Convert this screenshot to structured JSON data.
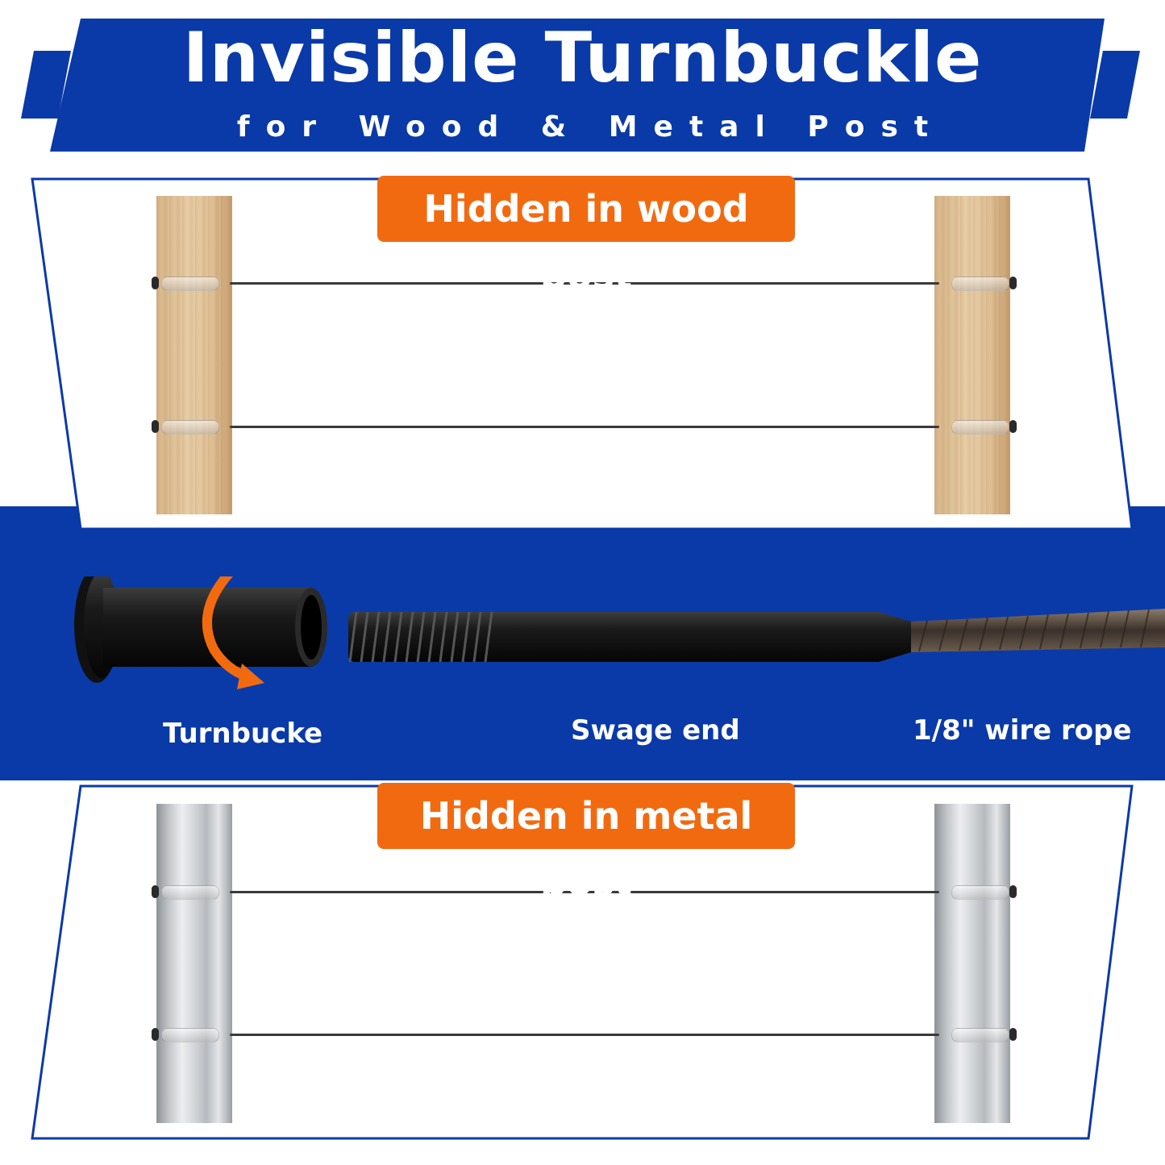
{
  "title": "Invisible Turnbuckle",
  "subtitle": "for Wood & Metal Post",
  "sections": {
    "wood_label": "Hidden in wood post",
    "metal_label": "Hidden in metal post"
  },
  "components": {
    "turnbuckle_label": "Turnbucke",
    "swage_label": "Swage end",
    "wire_label": "1/8\" wire rope"
  },
  "colors": {
    "brand_blue": "#0a3aa8",
    "accent_orange": "#f26a10",
    "white": "#ffffff"
  },
  "icons": [
    "curved-arrow-icon"
  ]
}
